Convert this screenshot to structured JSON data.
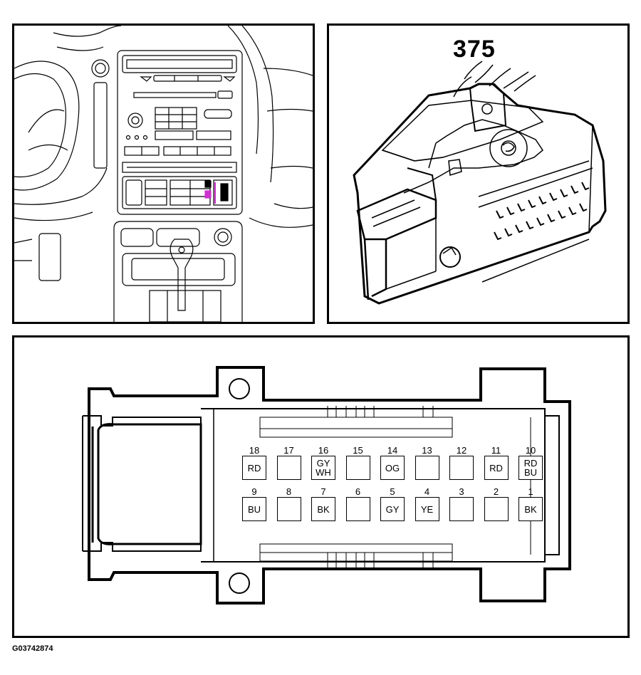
{
  "connector": {
    "label": "375"
  },
  "figure": {
    "code": "G03742874"
  },
  "pin_rows": [
    [
      {
        "number": "18",
        "color": "RD"
      },
      {
        "number": "17",
        "color": ""
      },
      {
        "number": "16",
        "color": "GY\nWH"
      },
      {
        "number": "15",
        "color": ""
      },
      {
        "number": "14",
        "color": "OG"
      },
      {
        "number": "13",
        "color": ""
      },
      {
        "number": "12",
        "color": ""
      },
      {
        "number": "11",
        "color": "RD"
      },
      {
        "number": "10",
        "color": "RD\nBU"
      }
    ],
    [
      {
        "number": "9",
        "color": "BU"
      },
      {
        "number": "8",
        "color": ""
      },
      {
        "number": "7",
        "color": "BK"
      },
      {
        "number": "6",
        "color": ""
      },
      {
        "number": "5",
        "color": "GY"
      },
      {
        "number": "4",
        "color": "YE"
      },
      {
        "number": "3",
        "color": ""
      },
      {
        "number": "2",
        "color": ""
      },
      {
        "number": "1",
        "color": "BK"
      }
    ]
  ],
  "colors": {
    "line": "#000000",
    "highlight": "#cc33cc",
    "background": "#ffffff"
  }
}
